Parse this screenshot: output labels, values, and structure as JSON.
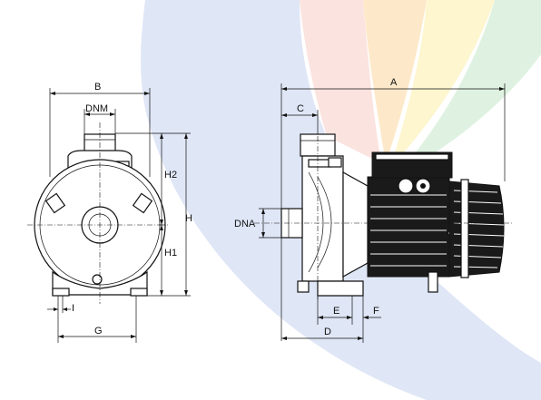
{
  "watermark": {
    "colors": {
      "red": "#fbe3df",
      "orange": "#fde9c9",
      "yellow": "#fdf6cf",
      "green": "#dff2e1",
      "blue": "#dfe6f6"
    }
  },
  "front_view": {
    "labels": {
      "width": "B",
      "discharge_diameter": "DNM",
      "upper_height": "H2",
      "total_height": "H",
      "lower_height": "H1",
      "foot_width": "I",
      "base_width": "G"
    }
  },
  "side_view": {
    "labels": {
      "length": "A",
      "discharge_offset": "C",
      "suction_diameter": "DNA",
      "foot_length": "E",
      "foot_offset": "F",
      "base_length": "D"
    }
  },
  "colors": {
    "ink": "#111111",
    "motor": "#1a1a1a",
    "paper": "#ffffff"
  }
}
